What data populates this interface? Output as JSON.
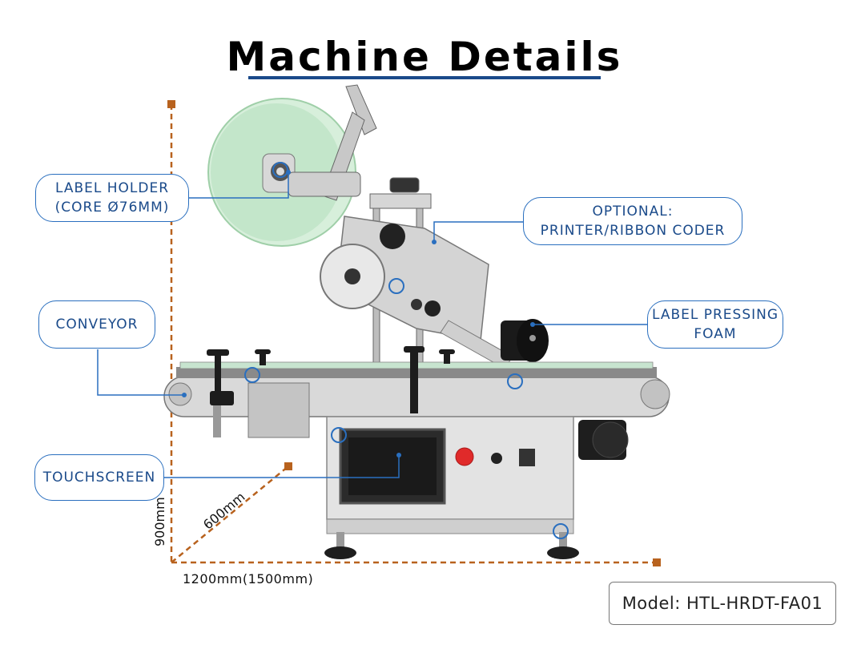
{
  "title": "Machine Details",
  "callouts": {
    "label_holder": {
      "line1": "LABEL HOLDER",
      "line2": "(CORE Ø76MM)"
    },
    "optional": {
      "line1": "OPTIONAL:",
      "line2": "PRINTER/RIBBON CODER"
    },
    "conveyor": {
      "line1": "CONVEYOR"
    },
    "label_pressing": {
      "line1": "LABEL PRESSING",
      "line2": "FOAM"
    },
    "touchscreen": {
      "line1": "TOUCHSCREEN"
    }
  },
  "dimensions": {
    "height": "900mm",
    "depth": "600mm",
    "width": "1200mm(1500mm)"
  },
  "model": "Model: HTL-HRDT-FA01",
  "colors": {
    "accent": "#2a6fbf",
    "dimension_line": "#b8621e",
    "title_underline": "#1a4a8a"
  }
}
